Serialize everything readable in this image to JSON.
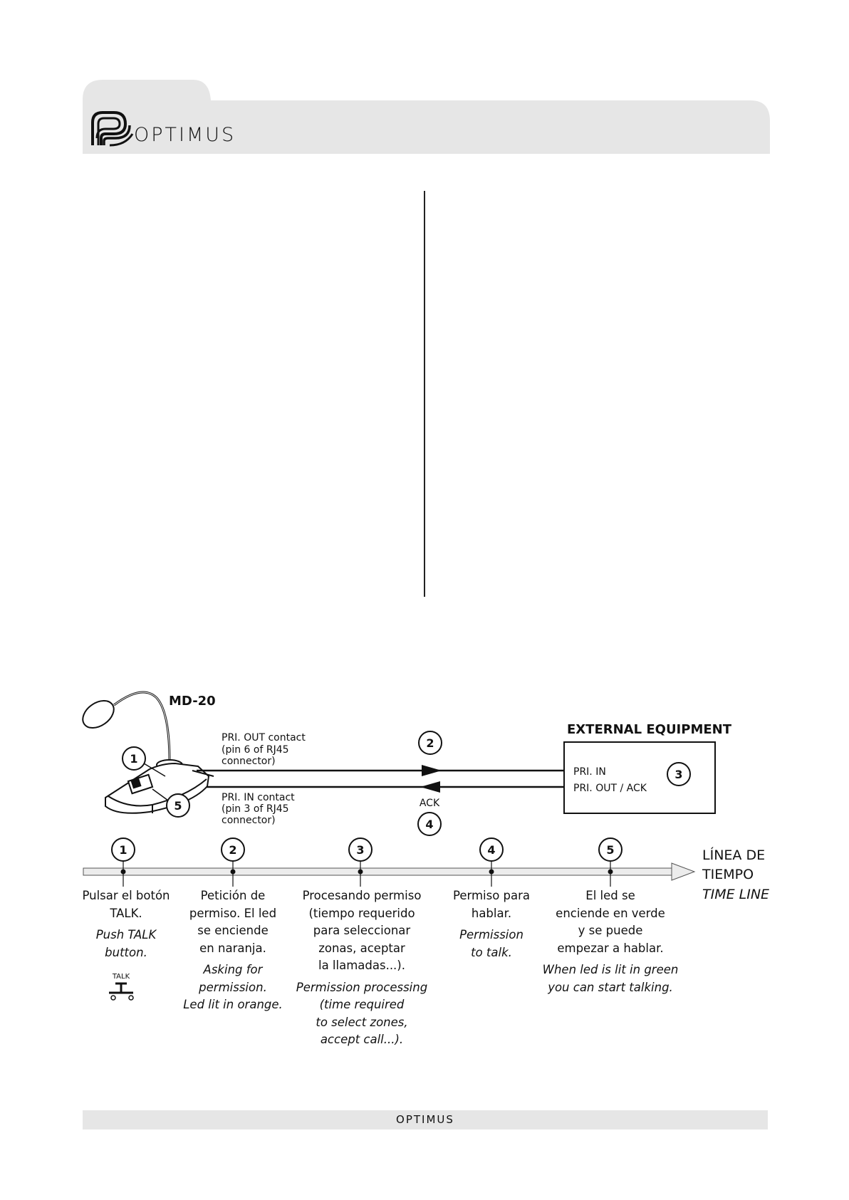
{
  "header": {
    "brand": "OPTIMUS"
  },
  "diagram": {
    "device_label": "MD-20",
    "external_label": "EXTERNAL EQUIPMENT",
    "pri_out_contact": [
      "PRI. OUT contact",
      "(pin 6 of RJ45",
      "connector)"
    ],
    "pri_in_contact": [
      "PRI. IN contact",
      "(pin 3 of RJ45",
      "connector)"
    ],
    "ack_label": "ACK",
    "pri_in": "PRI. IN",
    "pri_out_ack": "PRI. OUT / ACK",
    "device_markers": [
      "1",
      "5"
    ],
    "signal_markers": [
      "2",
      "4"
    ],
    "external_marker": "3",
    "timeline_label": [
      "LÍNEA DE",
      "TIEMPO",
      "TIME LINE"
    ],
    "timeline_steps": [
      {
        "number": "1",
        "es": [
          "Pulsar el botón",
          "TALK."
        ],
        "en": [
          "Push TALK",
          "button."
        ]
      },
      {
        "number": "2",
        "es": [
          "Petición de",
          "permiso. El led",
          "se enciende",
          "en naranja."
        ],
        "en": [
          "Asking for",
          "permission.",
          "Led lit in orange."
        ]
      },
      {
        "number": "3",
        "es": [
          "Procesando permiso",
          "(tiempo requerido",
          "para seleccionar",
          "zonas, aceptar",
          "la llamadas...)."
        ],
        "en": [
          "Permission processing",
          "(time required",
          "to select zones,",
          "accept call...)."
        ]
      },
      {
        "number": "4",
        "es": [
          "Permiso para",
          "hablar."
        ],
        "en": [
          "Permission",
          "to talk."
        ]
      },
      {
        "number": "5",
        "es": [
          "El led se",
          "enciende en verde",
          "y se puede",
          "empezar a hablar."
        ],
        "en": [
          "When led is lit in green",
          "you can start talking."
        ]
      }
    ],
    "talk_icon_label": "TALK"
  },
  "footer": {
    "brand": "OPTIMUS"
  }
}
